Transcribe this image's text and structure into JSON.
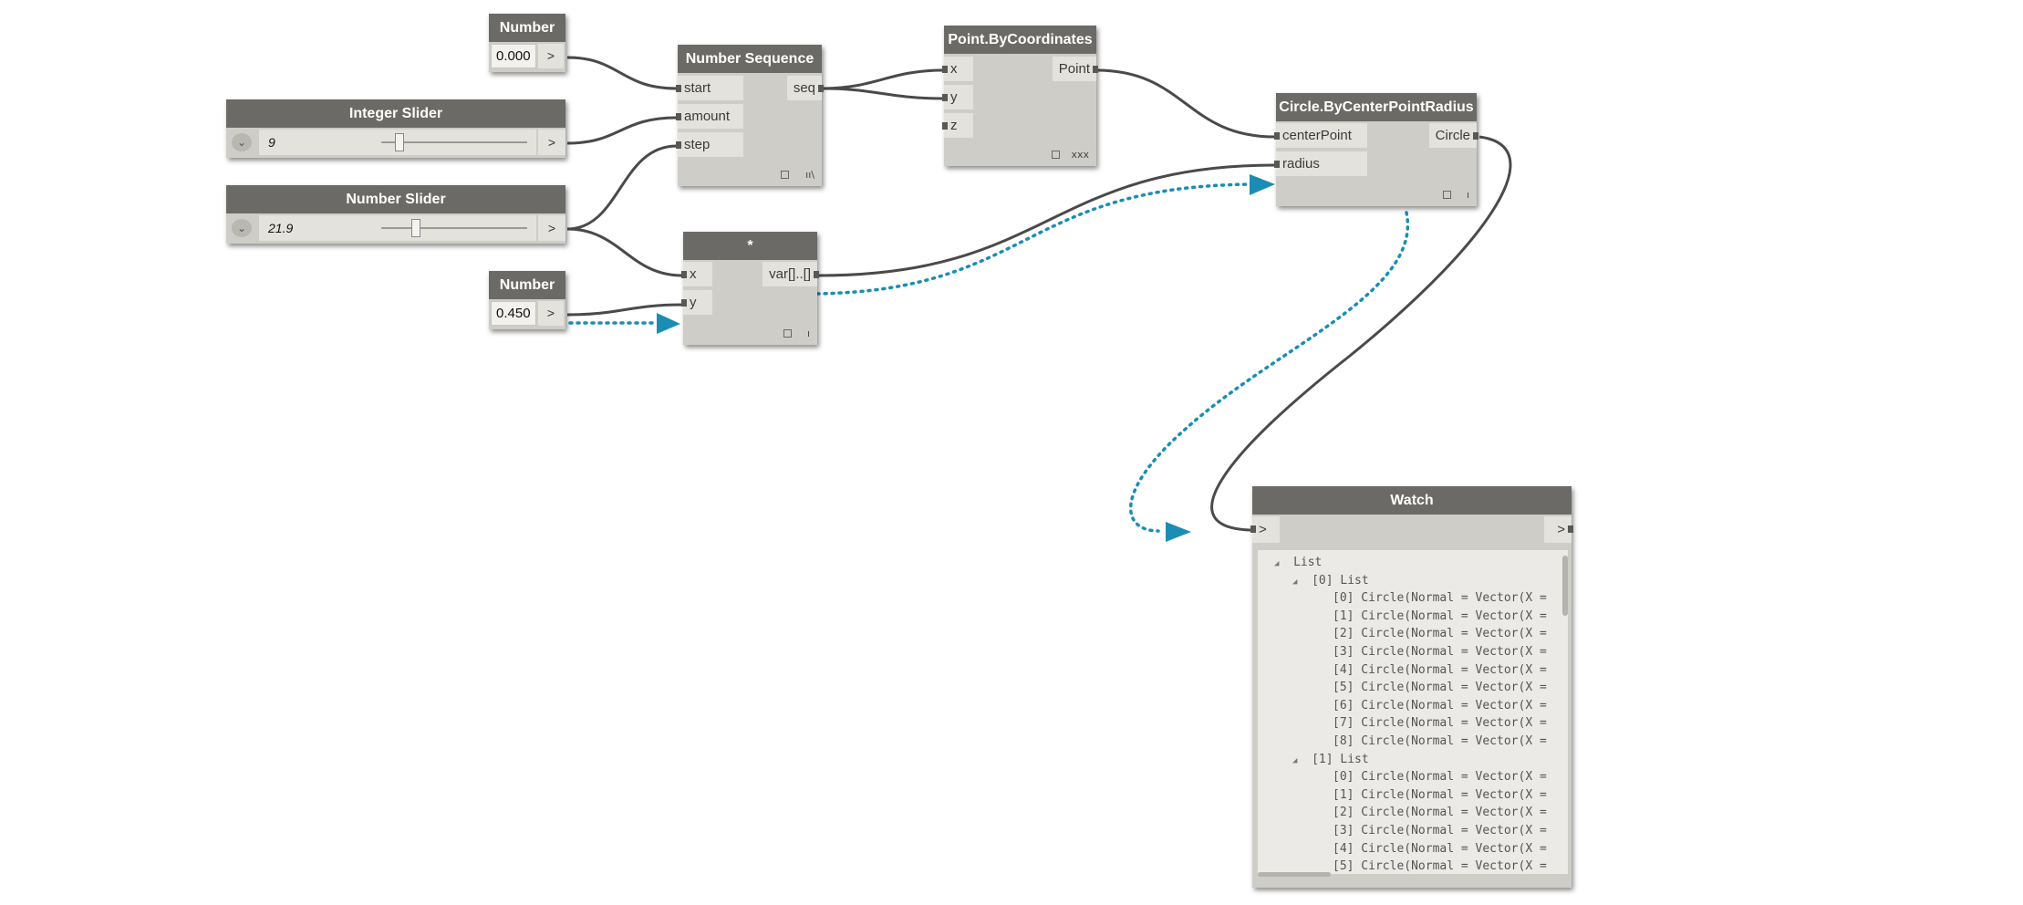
{
  "nodes": {
    "number_top": {
      "title": "Number",
      "value": "0.000",
      "arrow": ">"
    },
    "integer_slider": {
      "title": "Integer Slider",
      "value": "9",
      "arrow": ">",
      "chevron": "⌄",
      "level": 0.1
    },
    "number_slider": {
      "title": "Number Slider",
      "value": "21.9",
      "arrow": ">",
      "chevron": "⌄",
      "level": 0.22
    },
    "number_bottom": {
      "title": "Number",
      "value": "0.450",
      "arrow": ">"
    },
    "number_sequence": {
      "title": "Number Sequence",
      "inputs": [
        "start",
        "amount",
        "step"
      ],
      "output": "seq",
      "lacing": "ıı\\"
    },
    "multiply": {
      "title": "*",
      "inputs": [
        "x",
        "y"
      ],
      "output": "var[]..[]",
      "lacing": "ı"
    },
    "point_by_coordinates": {
      "title": "Point.ByCoordinates",
      "inputs": [
        "x",
        "y",
        "z"
      ],
      "output": "Point",
      "lacing": "xxx"
    },
    "circle_by_center_point_radius": {
      "title": "Circle.ByCenterPointRadius",
      "inputs": [
        "centerPoint",
        "radius"
      ],
      "output": "Circle",
      "lacing": "ı"
    },
    "watch": {
      "title": "Watch",
      "in_port": ">",
      "out_port": ">",
      "tree": [
        {
          "indent": 1,
          "toggle": "◢",
          "text": "List"
        },
        {
          "indent": 2,
          "toggle": "◢",
          "text": "[0] List"
        },
        {
          "indent": 3,
          "toggle": "",
          "text": "[0] Circle(Normal = Vector(X ="
        },
        {
          "indent": 3,
          "toggle": "",
          "text": "[1] Circle(Normal = Vector(X ="
        },
        {
          "indent": 3,
          "toggle": "",
          "text": "[2] Circle(Normal = Vector(X ="
        },
        {
          "indent": 3,
          "toggle": "",
          "text": "[3] Circle(Normal = Vector(X ="
        },
        {
          "indent": 3,
          "toggle": "",
          "text": "[4] Circle(Normal = Vector(X ="
        },
        {
          "indent": 3,
          "toggle": "",
          "text": "[5] Circle(Normal = Vector(X ="
        },
        {
          "indent": 3,
          "toggle": "",
          "text": "[6] Circle(Normal = Vector(X ="
        },
        {
          "indent": 3,
          "toggle": "",
          "text": "[7] Circle(Normal = Vector(X ="
        },
        {
          "indent": 3,
          "toggle": "",
          "text": "[8] Circle(Normal = Vector(X ="
        },
        {
          "indent": 2,
          "toggle": "◢",
          "text": "[1] List"
        },
        {
          "indent": 3,
          "toggle": "",
          "text": "[0] Circle(Normal = Vector(X ="
        },
        {
          "indent": 3,
          "toggle": "",
          "text": "[1] Circle(Normal = Vector(X ="
        },
        {
          "indent": 3,
          "toggle": "",
          "text": "[2] Circle(Normal = Vector(X ="
        },
        {
          "indent": 3,
          "toggle": "",
          "text": "[3] Circle(Normal = Vector(X ="
        },
        {
          "indent": 3,
          "toggle": "",
          "text": "[4] Circle(Normal = Vector(X ="
        },
        {
          "indent": 3,
          "toggle": "",
          "text": "[5] Circle(Normal = Vector(X ="
        }
      ]
    }
  },
  "colors": {
    "wire": "#4a4a4a",
    "flow_arrow": "#1b8db5",
    "node_header": "#6c6a66",
    "node_body": "#cfcdc8"
  }
}
